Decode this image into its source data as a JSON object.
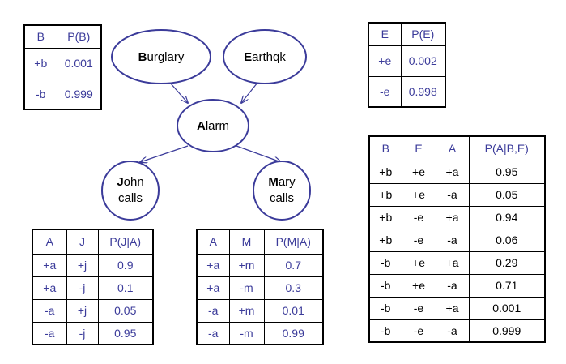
{
  "colors": {
    "header_text": "#3b3b9a",
    "value_text": "#3b3b9a",
    "node_stroke": "#3b3b9a",
    "edge": "#3b3b9a"
  },
  "nodes": {
    "burglary": {
      "initial": "B",
      "rest": "urglary"
    },
    "earthquake": {
      "initial": "E",
      "rest": "arthqk"
    },
    "alarm": {
      "initial": "A",
      "rest": "larm"
    },
    "john": {
      "initial": "J",
      "rest": "ohn",
      "line2": "calls"
    },
    "mary": {
      "initial": "M",
      "rest": "ary",
      "line2": "calls"
    }
  },
  "tables": {
    "pb": {
      "headers": [
        "B",
        "P(B)"
      ],
      "rows": [
        [
          "+b",
          "0.001"
        ],
        [
          "-b",
          "0.999"
        ]
      ]
    },
    "pe": {
      "headers": [
        "E",
        "P(E)"
      ],
      "rows": [
        [
          "+e",
          "0.002"
        ],
        [
          "-e",
          "0.998"
        ]
      ]
    },
    "pj": {
      "headers": [
        "A",
        "J",
        "P(J|A)"
      ],
      "rows": [
        [
          "+a",
          "+j",
          "0.9"
        ],
        [
          "+a",
          "-j",
          "0.1"
        ],
        [
          "-a",
          "+j",
          "0.05"
        ],
        [
          "-a",
          "-j",
          "0.95"
        ]
      ]
    },
    "pm": {
      "headers": [
        "A",
        "M",
        "P(M|A)"
      ],
      "rows": [
        [
          "+a",
          "+m",
          "0.7"
        ],
        [
          "+a",
          "-m",
          "0.3"
        ],
        [
          "-a",
          "+m",
          "0.01"
        ],
        [
          "-a",
          "-m",
          "0.99"
        ]
      ]
    },
    "pa": {
      "headers": [
        "B",
        "E",
        "A",
        "P(A|B,E)"
      ],
      "rows": [
        [
          "+b",
          "+e",
          "+a",
          "0.95"
        ],
        [
          "+b",
          "+e",
          "-a",
          "0.05"
        ],
        [
          "+b",
          "-e",
          "+a",
          "0.94"
        ],
        [
          "+b",
          "-e",
          "-a",
          "0.06"
        ],
        [
          "-b",
          "+e",
          "+a",
          "0.29"
        ],
        [
          "-b",
          "+e",
          "-a",
          "0.71"
        ],
        [
          "-b",
          "-e",
          "+a",
          "0.001"
        ],
        [
          "-b",
          "-e",
          "-a",
          "0.999"
        ]
      ]
    }
  }
}
